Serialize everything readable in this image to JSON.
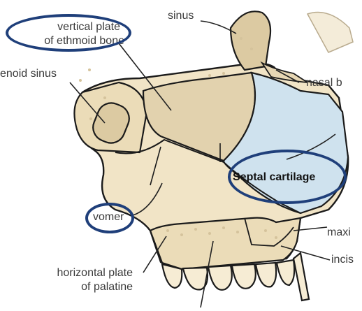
{
  "labels": {
    "sinus": "sinus",
    "vertical_plate_line1": "vertical plate",
    "vertical_plate_line2": "of ethmoid bone",
    "sphenoid_sinus": "enoid sinus",
    "nasal_bone": "nasal b",
    "septal_cartilage": "Septal cartilage",
    "vomer": "vomer",
    "maxilla": "maxi",
    "incisive": "incis",
    "horizontal_plate_line1": "horizontal plate",
    "horizontal_plate_line2": "of palatine"
  },
  "colors": {
    "bone": "#f1e4c6",
    "cartilage": "#cfe2ee",
    "highlight_ring": "#1f3f7a",
    "outline": "#1b1b1b",
    "label_text": "#3a3a3a"
  }
}
